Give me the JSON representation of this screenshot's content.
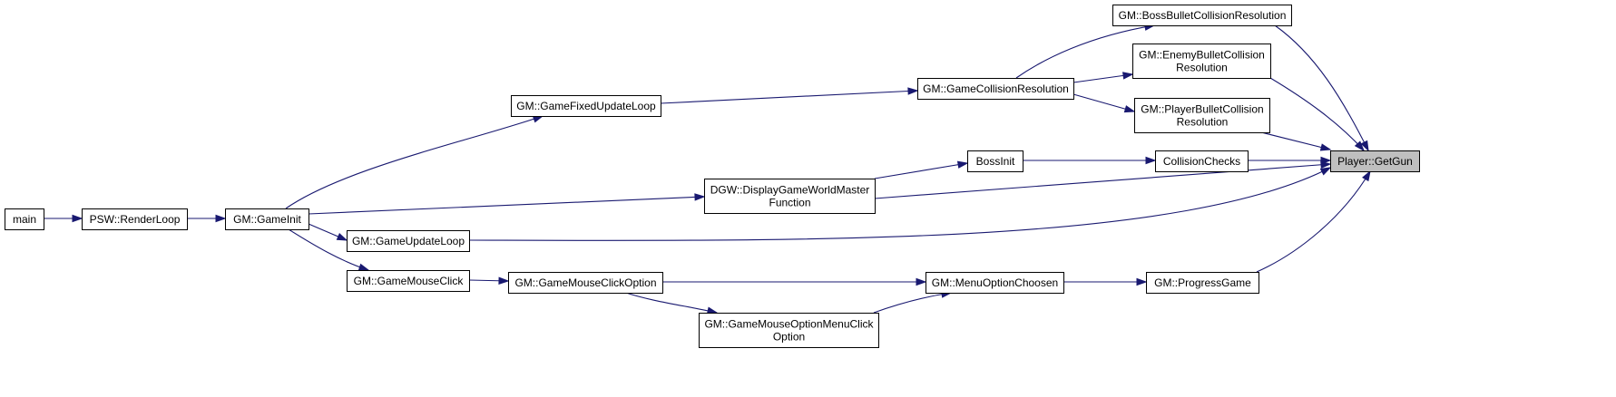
{
  "graph": {
    "colors": {
      "edge": "#191970",
      "node_border": "#000000",
      "focus_fill": "#bfbfbf"
    },
    "nodes": {
      "main": [
        "main"
      ],
      "psw_renderloop": [
        "PSW::RenderLoop"
      ],
      "gm_gameinit": [
        "GM::GameInit"
      ],
      "gm_gamefixedupdateloop": [
        "GM::GameFixedUpdateLoop"
      ],
      "gm_gamecollisionresolution": [
        "GM::GameCollisionResolution"
      ],
      "gm_bossbulletcollisionresolution": [
        "GM::BossBulletCollisionResolution"
      ],
      "gm_enemybulletcollisionresolution": [
        "GM::EnemyBulletCollision",
        "Resolution"
      ],
      "gm_playerbulletcollisionresolution": [
        "GM::PlayerBulletCollision",
        "Resolution"
      ],
      "dgw_displaygameworldmasterfunction": [
        "DGW::DisplayGameWorldMaster",
        "Function"
      ],
      "bossinit": [
        "BossInit"
      ],
      "collisionchecks": [
        "CollisionChecks"
      ],
      "gm_gameupdateloop": [
        "GM::GameUpdateLoop"
      ],
      "gm_gamemouseclick": [
        "GM::GameMouseClick"
      ],
      "gm_gamemouseclickoption": [
        "GM::GameMouseClickOption"
      ],
      "gm_menuoptionchoosen": [
        "GM::MenuOptionChoosen"
      ],
      "gm_progressgame": [
        "GM::ProgressGame"
      ],
      "gm_gamemouseoptionmenuclickoption": [
        "GM::GameMouseOptionMenuClick",
        "Option"
      ],
      "player_getgun": [
        "Player::GetGun"
      ]
    },
    "edges": [
      [
        "main",
        "psw_renderloop"
      ],
      [
        "psw_renderloop",
        "gm_gameinit"
      ],
      [
        "gm_gameinit",
        "gm_gamefixedupdateloop"
      ],
      [
        "gm_gameinit",
        "dgw_displaygameworldmasterfunction"
      ],
      [
        "gm_gameinit",
        "gm_gameupdateloop"
      ],
      [
        "gm_gameinit",
        "gm_gamemouseclick"
      ],
      [
        "gm_gamefixedupdateloop",
        "gm_gamecollisionresolution"
      ],
      [
        "gm_gamecollisionresolution",
        "gm_bossbulletcollisionresolution"
      ],
      [
        "gm_gamecollisionresolution",
        "gm_enemybulletcollisionresolution"
      ],
      [
        "gm_gamecollisionresolution",
        "gm_playerbulletcollisionresolution"
      ],
      [
        "gm_bossbulletcollisionresolution",
        "player_getgun"
      ],
      [
        "gm_enemybulletcollisionresolution",
        "player_getgun"
      ],
      [
        "gm_playerbulletcollisionresolution",
        "player_getgun"
      ],
      [
        "dgw_displaygameworldmasterfunction",
        "bossinit"
      ],
      [
        "dgw_displaygameworldmasterfunction",
        "player_getgun"
      ],
      [
        "bossinit",
        "collisionchecks"
      ],
      [
        "collisionchecks",
        "player_getgun"
      ],
      [
        "gm_gameupdateloop",
        "player_getgun"
      ],
      [
        "gm_gamemouseclick",
        "gm_gamemouseclickoption"
      ],
      [
        "gm_gamemouseclickoption",
        "gm_menuoptionchoosen"
      ],
      [
        "gm_gamemouseclickoption",
        "gm_gamemouseoptionmenuclickoption"
      ],
      [
        "gm_gamemouseoptionmenuclickoption",
        "gm_menuoptionchoosen"
      ],
      [
        "gm_menuoptionchoosen",
        "gm_progressgame"
      ],
      [
        "gm_progressgame",
        "player_getgun"
      ]
    ]
  }
}
